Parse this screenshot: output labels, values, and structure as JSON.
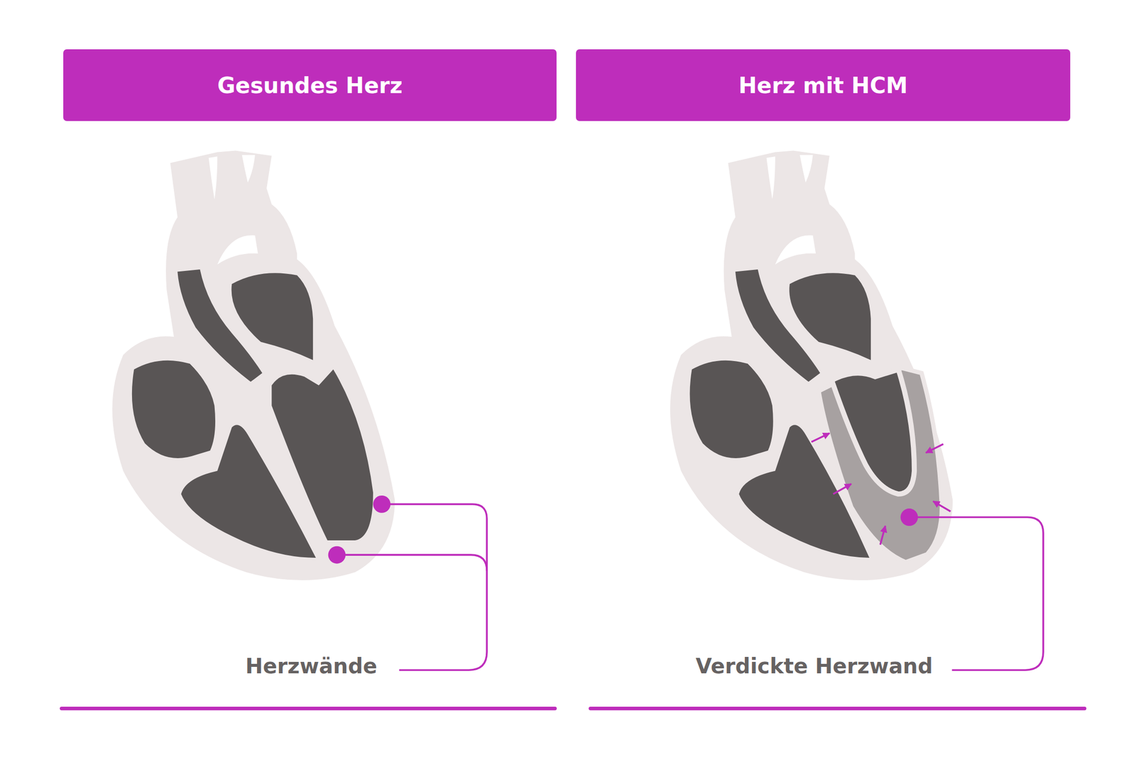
{
  "diagram": {
    "nodes": [
      {
        "text": [
          "Gesundes Herz"
        ]
      },
      {
        "text": [
          "Herz mit HCM"
        ]
      }
    ],
    "labels": [
      "Herzwände",
      "Verdickte Herzwand"
    ]
  }
}
